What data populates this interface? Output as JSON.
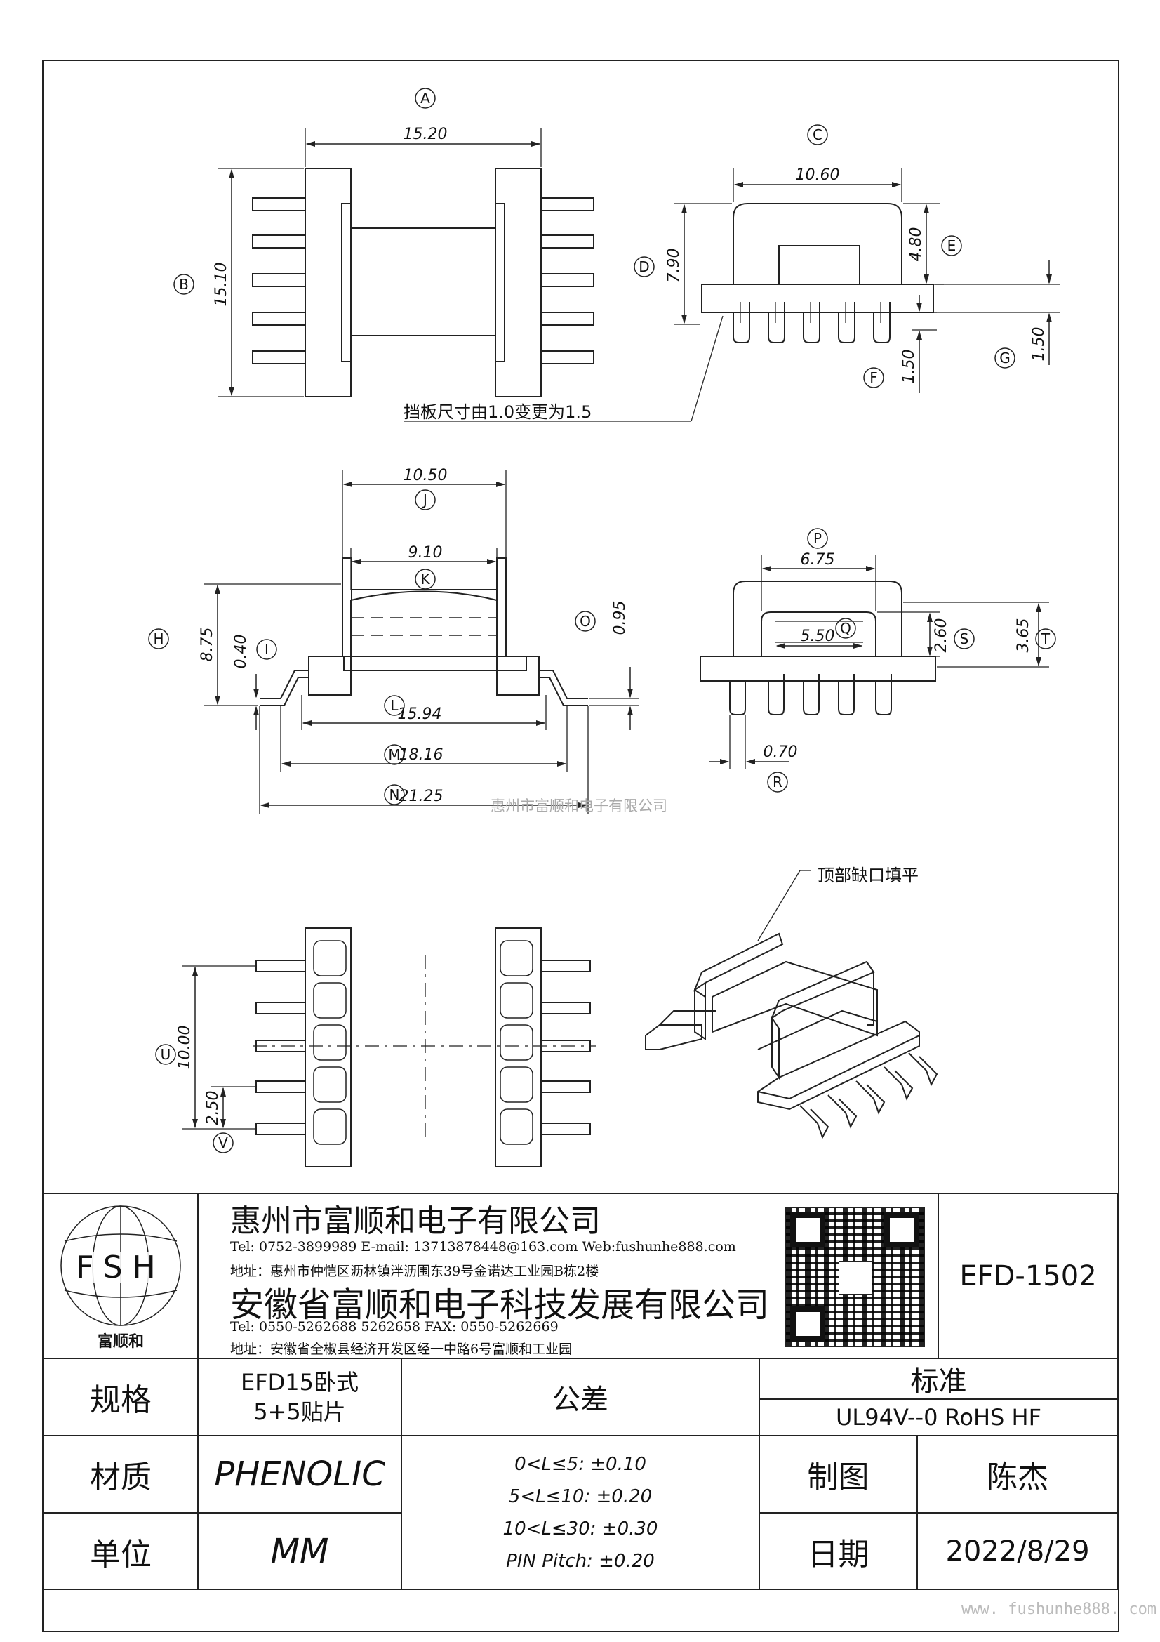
{
  "dimensions": {
    "A": "15.20",
    "B": "15.10",
    "C": "10.60",
    "D": "7.90",
    "E": "4.80",
    "F": "1.50",
    "G": "1.50",
    "H": "8.75",
    "I": "0.40",
    "J": "10.50",
    "K": "9.10",
    "L": "15.94",
    "M": "18.16",
    "N": "21.25",
    "O": "0.95",
    "P": "6.75",
    "Q": "5.50",
    "S": "2.60",
    "T": "3.65",
    "R": "0.70",
    "U": "10.00",
    "V": "2.50"
  },
  "labels": [
    "A",
    "B",
    "C",
    "D",
    "E",
    "F",
    "G",
    "H",
    "I",
    "J",
    "K",
    "L",
    "M",
    "N",
    "O",
    "P",
    "Q",
    "R",
    "S",
    "T",
    "U",
    "V"
  ],
  "notes": {
    "baffle_change": "挡板尺寸由1.0变更为1.5",
    "top_notch": "顶部缺口填平",
    "watermark_center": "惠州市富顺和电子有限公司",
    "watermark_bottom": "www. fushunhe888. com"
  },
  "company": {
    "logo_letters": "FSH",
    "logo_caption": "富顺和",
    "name1": "惠州市富顺和电子有限公司",
    "contact1": "Tel: 0752-3899989  E-mail: 13713878448@163.com  Web:fushunhe888.com",
    "address1": "地址：惠州市仲恺区沥林镇泮沥围东39号金诺达工业园B栋2楼",
    "name2": "安徽省富顺和电子科技发展有限公司",
    "contact2": "Tel: 0550-5262688  5262658     FAX: 0550-5262669",
    "address2": "地址：安徽省全椒县经济开发区经一中路6号富顺和工业园"
  },
  "part_number": "EFD-1502",
  "table": {
    "spec_label": "规格",
    "spec_value_line1": "EFD15卧式",
    "spec_value_line2": "5+5贴片",
    "tolerance_label": "公差",
    "standard_label": "标准",
    "standard_value": "UL94V--0  RoHS HF",
    "material_label": "材质",
    "material_value": "PHENOLIC",
    "tolerance_lines": [
      "0<L≤5: ±0.10",
      "5<L≤10: ±0.20",
      "10<L≤30: ±0.30",
      "PIN Pitch: ±0.20"
    ],
    "drawn_label": "制图",
    "drawn_value": "陈杰",
    "unit_label": "单位",
    "unit_value": "MM",
    "date_label": "日期",
    "date_value": "2022/8/29"
  },
  "colors": {
    "line": "#222222",
    "dim": "#333333",
    "watermark": "#c8c8c8"
  }
}
